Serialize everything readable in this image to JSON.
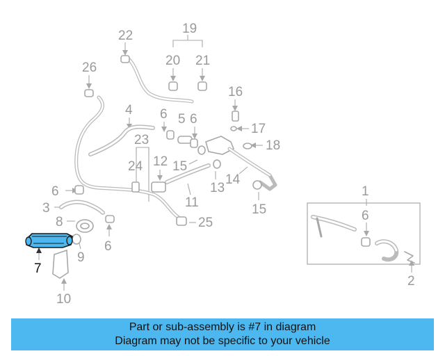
{
  "callouts": [
    {
      "id": "22",
      "text": "22"
    },
    {
      "id": "19",
      "text": "19"
    },
    {
      "id": "20",
      "text": "20"
    },
    {
      "id": "21",
      "text": "21"
    },
    {
      "id": "26",
      "text": "26"
    },
    {
      "id": "16",
      "text": "16"
    },
    {
      "id": "4",
      "text": "4"
    },
    {
      "id": "6a",
      "text": "6"
    },
    {
      "id": "5",
      "text": "5"
    },
    {
      "id": "6b",
      "text": "6"
    },
    {
      "id": "17",
      "text": "17"
    },
    {
      "id": "23",
      "text": "23"
    },
    {
      "id": "18",
      "text": "18"
    },
    {
      "id": "24",
      "text": "24"
    },
    {
      "id": "12",
      "text": "12"
    },
    {
      "id": "15a",
      "text": "15"
    },
    {
      "id": "14",
      "text": "14"
    },
    {
      "id": "13",
      "text": "13"
    },
    {
      "id": "6c",
      "text": "6"
    },
    {
      "id": "1",
      "text": "1"
    },
    {
      "id": "11",
      "text": "11"
    },
    {
      "id": "15b",
      "text": "15"
    },
    {
      "id": "3",
      "text": "3"
    },
    {
      "id": "6d",
      "text": "6"
    },
    {
      "id": "8",
      "text": "8"
    },
    {
      "id": "25",
      "text": "25"
    },
    {
      "id": "6e",
      "text": "6"
    },
    {
      "id": "9",
      "text": "9"
    },
    {
      "id": "7",
      "text": "7"
    },
    {
      "id": "2",
      "text": "2"
    },
    {
      "id": "10",
      "text": "10"
    }
  ],
  "highlight_part": "7",
  "highlight_color": "#4db8f0",
  "banner": {
    "line1": "Part or sub-assembly is #7 in diagram",
    "line2": "Diagram may not be specific to your vehicle",
    "color": "#4db8f0"
  }
}
